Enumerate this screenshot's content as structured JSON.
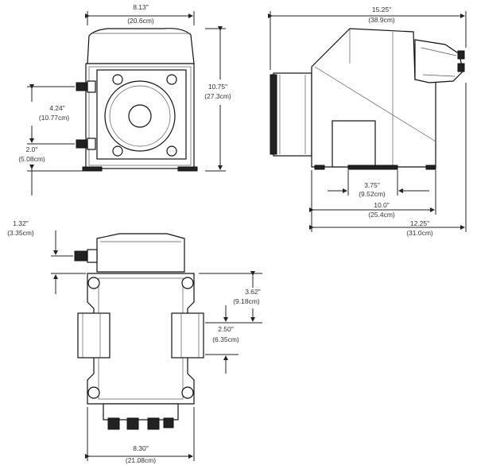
{
  "dimensions": {
    "front_width": {
      "in": "8.13\"",
      "cm": "(20.6cm)"
    },
    "front_height": {
      "in": "10.75\"",
      "cm": "(27.3cm)"
    },
    "front_port_spacing": {
      "in": "4.24\"",
      "cm": "(10.77cm)"
    },
    "front_port_base": {
      "in": "2.0\"",
      "cm": "(5.08cm)"
    },
    "side_width": {
      "in": "15.25\"",
      "cm": "(38.9cm)"
    },
    "side_foot_spacing": {
      "in": "3.75\"",
      "cm": "(9.52cm)"
    },
    "side_base": {
      "in": "10.0\"",
      "cm": "(25.4cm)"
    },
    "side_overall": {
      "in": "12.25\"",
      "cm": "(31.0cm)"
    },
    "top_port_offset": {
      "in": "1.32\"",
      "cm": "(3.35cm)"
    },
    "top_bracket_top": {
      "in": "3.62\"",
      "cm": "(9.18cm)"
    },
    "top_bracket_span": {
      "in": "2.50\"",
      "cm": "(6.35cm)"
    },
    "top_width": {
      "in": "8.30\"",
      "cm": "(21.08cm)"
    }
  }
}
